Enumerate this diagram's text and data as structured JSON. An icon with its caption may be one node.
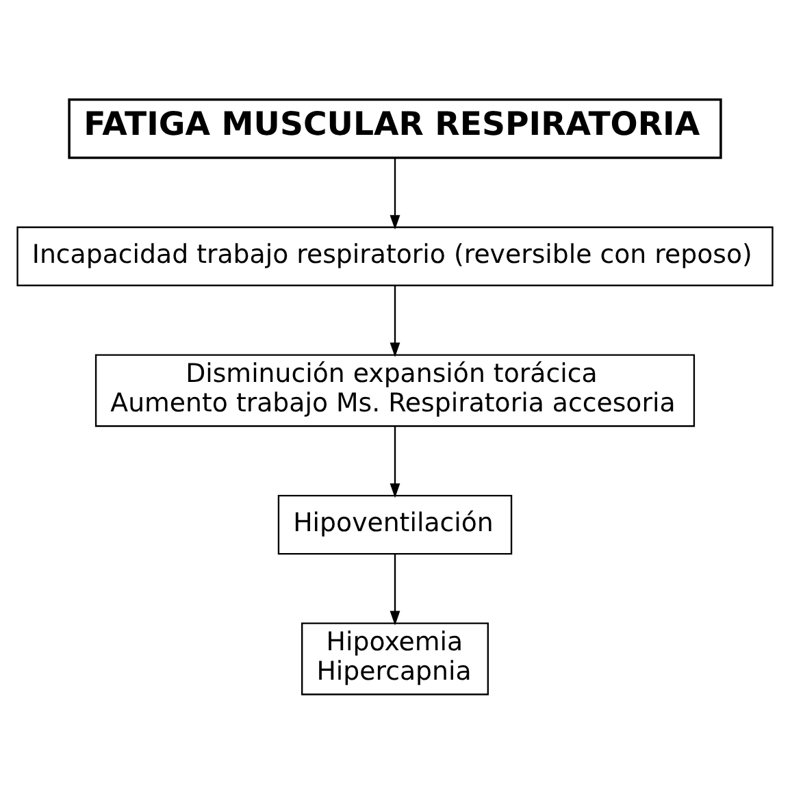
{
  "diagram": {
    "nodes": [
      {
        "text": [
          "FATIGA MUSCULAR RESPIRATORIA"
        ]
      },
      {
        "text": [
          "Incapacidad trabajo respiratorio (reversible con reposo)"
        ]
      },
      {
        "text": [
          "Disminución expansión torácica",
          "Aumento trabajo Ms. Respiratoria accesoria"
        ]
      },
      {
        "text": [
          "Hipoventilación"
        ]
      },
      {
        "text": [
          "Hipoxemia",
          "Hipercapnia"
        ]
      }
    ],
    "edges": [
      {
        "from": 0,
        "to": 1,
        "arrow": "to"
      },
      {
        "from": 1,
        "to": 2,
        "arrow": "to"
      },
      {
        "from": 2,
        "to": 3,
        "arrow": "to"
      },
      {
        "from": 3,
        "to": 4,
        "arrow": "to"
      }
    ]
  }
}
